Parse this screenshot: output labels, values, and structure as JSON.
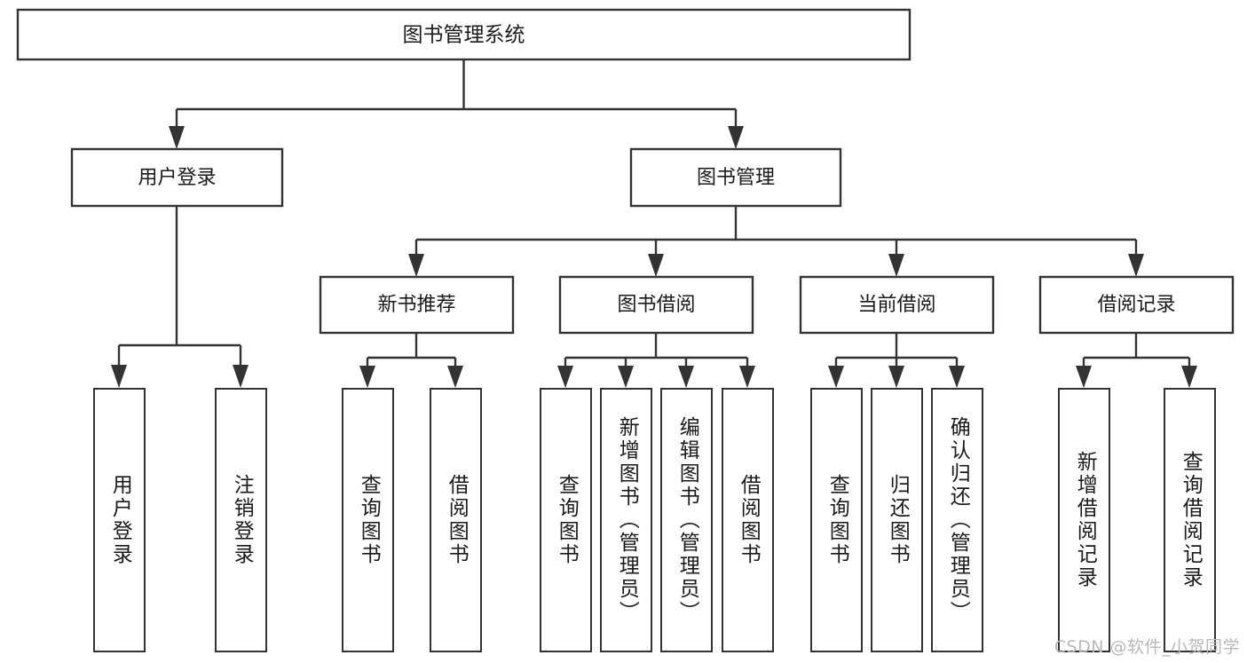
{
  "diagram": {
    "title": "图书管理系统",
    "type": "tree",
    "theme": {
      "background": "#ffffff",
      "box_fill": "#ffffff",
      "box_stroke": "#333333",
      "text_color": "#1a1a1a",
      "watermark_color": "#b9b9b9"
    },
    "root": {
      "id": "root",
      "label": "图书管理系统",
      "level": 0
    },
    "level1": [
      {
        "id": "user-login",
        "label": "用户登录",
        "level": 1
      },
      {
        "id": "book-manage",
        "label": "图书管理",
        "level": 1
      }
    ],
    "level2": [
      {
        "id": "new-book-recommend",
        "label": "新书推荐",
        "level": 2,
        "parent": "book-manage"
      },
      {
        "id": "book-borrow",
        "label": "图书借阅",
        "level": 2,
        "parent": "book-manage"
      },
      {
        "id": "current-borrow",
        "label": "当前借阅",
        "level": 2,
        "parent": "book-manage"
      },
      {
        "id": "borrow-record",
        "label": "借阅记录",
        "level": 2,
        "parent": "book-manage"
      }
    ],
    "leaves": [
      {
        "id": "leaf-user-login",
        "label": "用户登录",
        "parent": "user-login"
      },
      {
        "id": "leaf-logout-login",
        "label": "注销登录",
        "parent": "user-login"
      },
      {
        "id": "leaf-query-book-1",
        "label": "查询图书",
        "parent": "new-book-recommend"
      },
      {
        "id": "leaf-borrow-book-1",
        "label": "借阅图书",
        "parent": "new-book-recommend"
      },
      {
        "id": "leaf-query-book-2",
        "label": "查询图书",
        "parent": "book-borrow"
      },
      {
        "id": "leaf-add-book",
        "label": "新增图书（管理员）",
        "parent": "book-borrow"
      },
      {
        "id": "leaf-edit-book",
        "label": "编辑图书（管理员）",
        "parent": "book-borrow"
      },
      {
        "id": "leaf-borrow-book-2",
        "label": "借阅图书",
        "parent": "book-borrow"
      },
      {
        "id": "leaf-query-book-3",
        "label": "查询图书",
        "parent": "current-borrow"
      },
      {
        "id": "leaf-return-book",
        "label": "归还图书",
        "parent": "current-borrow"
      },
      {
        "id": "leaf-confirm-return",
        "label": "确认归还（管理员）",
        "parent": "current-borrow"
      },
      {
        "id": "leaf-add-record",
        "label": "新增借阅记录",
        "parent": "borrow-record"
      },
      {
        "id": "leaf-query-record",
        "label": "查询借阅记录",
        "parent": "borrow-record"
      }
    ],
    "watermark": "CSDN @软件_小贺同学"
  }
}
